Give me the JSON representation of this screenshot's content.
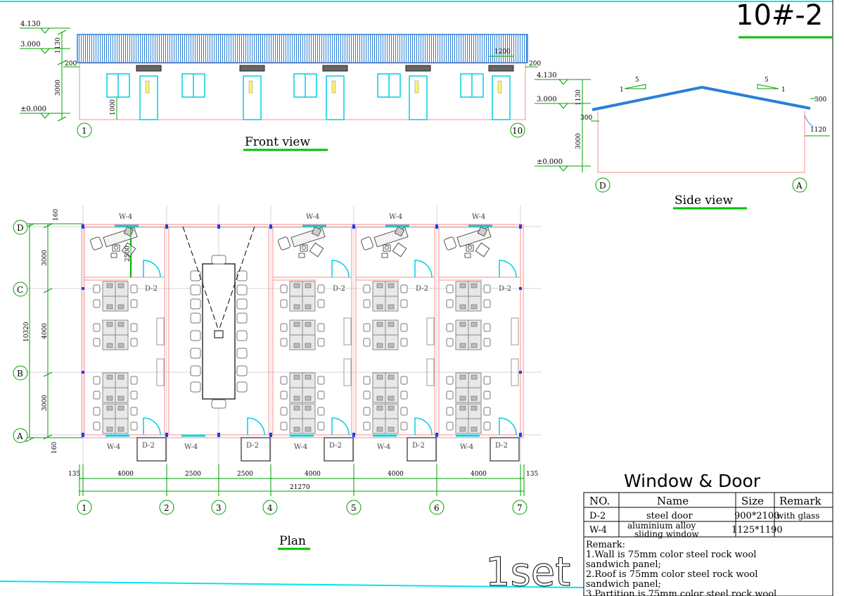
{
  "sheet": {
    "number": "10#-2",
    "quantity": "1set",
    "colors": {
      "border": "#00e5ee",
      "dim": "#00a000",
      "wall": "#ff8a8a",
      "roof": "#2a7fd6",
      "grey": "#808080",
      "dark": "#000000"
    }
  },
  "front_view": {
    "title": "Front view",
    "levels": [
      "4.130",
      "3.000",
      "±0.000"
    ],
    "dims_left": [
      "1130",
      "3000",
      "1000"
    ],
    "dims_misc": [
      "200",
      "1200",
      "200"
    ],
    "axes": [
      "1",
      "10"
    ]
  },
  "side_view": {
    "title": "Side view",
    "levels": [
      "4.130",
      "3.000",
      "±0.000"
    ],
    "dims_left": [
      "1130",
      "3000",
      "300"
    ],
    "dims_right": [
      "300",
      "1120"
    ],
    "slope": {
      "rise": "1",
      "run": "5"
    },
    "axes": [
      "D",
      "A"
    ]
  },
  "plan": {
    "title": "Plan",
    "row_axes": [
      "D",
      "C",
      "B",
      "A"
    ],
    "col_axes": [
      "1",
      "2",
      "3",
      "4",
      "5",
      "6",
      "7"
    ],
    "left_dims": [
      "160",
      "3000",
      "4000",
      "3000",
      "160"
    ],
    "total_left": "10320",
    "room_dim": "2500",
    "bottom_dims": [
      "135",
      "4000",
      "2500",
      "2500",
      "4000",
      "4000",
      "4000",
      "135"
    ],
    "total_bottom": "21270",
    "window_label": "W-4",
    "door_label": "D-2"
  },
  "schedule": {
    "title": "Window & Door",
    "headers": [
      "NO.",
      "Name",
      "Size",
      "Remark"
    ],
    "rows": [
      {
        "no": "D-2",
        "name": "steel door",
        "name2": "",
        "size": "900*2100",
        "remark": "with glass"
      },
      {
        "no": "W-4",
        "name": "aluminium alloy",
        "name2": "sliding window",
        "size": "1125*1190",
        "remark": ""
      }
    ],
    "remark_title": "Remark:",
    "remarks": [
      "1.Wall is 75mm color steel rock wool",
      "sandwich panel;",
      "2.Roof is 75mm color steel rock wool",
      "sandwich panel;",
      "3.Partition is 75mm color steel rock wool"
    ]
  }
}
